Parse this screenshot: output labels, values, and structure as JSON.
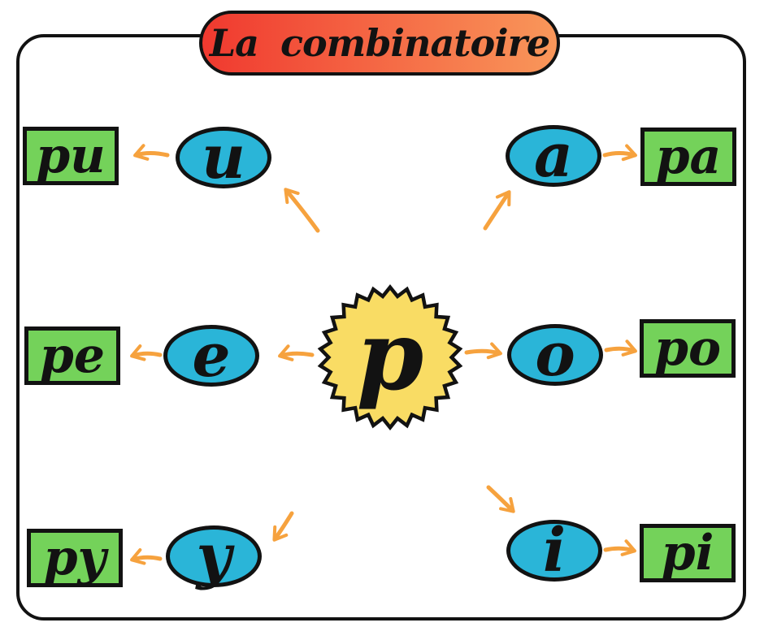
{
  "title": "La combinatoire",
  "center": {
    "letter": "p"
  },
  "spokes": [
    {
      "vowel": "u",
      "syllable": "pu"
    },
    {
      "vowel": "a",
      "syllable": "pa"
    },
    {
      "vowel": "e",
      "syllable": "pe"
    },
    {
      "vowel": "o",
      "syllable": "po"
    },
    {
      "vowel": "y",
      "syllable": "py"
    },
    {
      "vowel": "i",
      "syllable": "pi"
    }
  ],
  "colors": {
    "vowel_fill": "#2AB5D8",
    "syllable_fill": "#74D25A",
    "center_fill": "#F9DC64",
    "arrow": "#F6A23E",
    "outline": "#121212",
    "banner_gradient_start": "#F0392F",
    "banner_gradient_end": "#F9975A"
  }
}
